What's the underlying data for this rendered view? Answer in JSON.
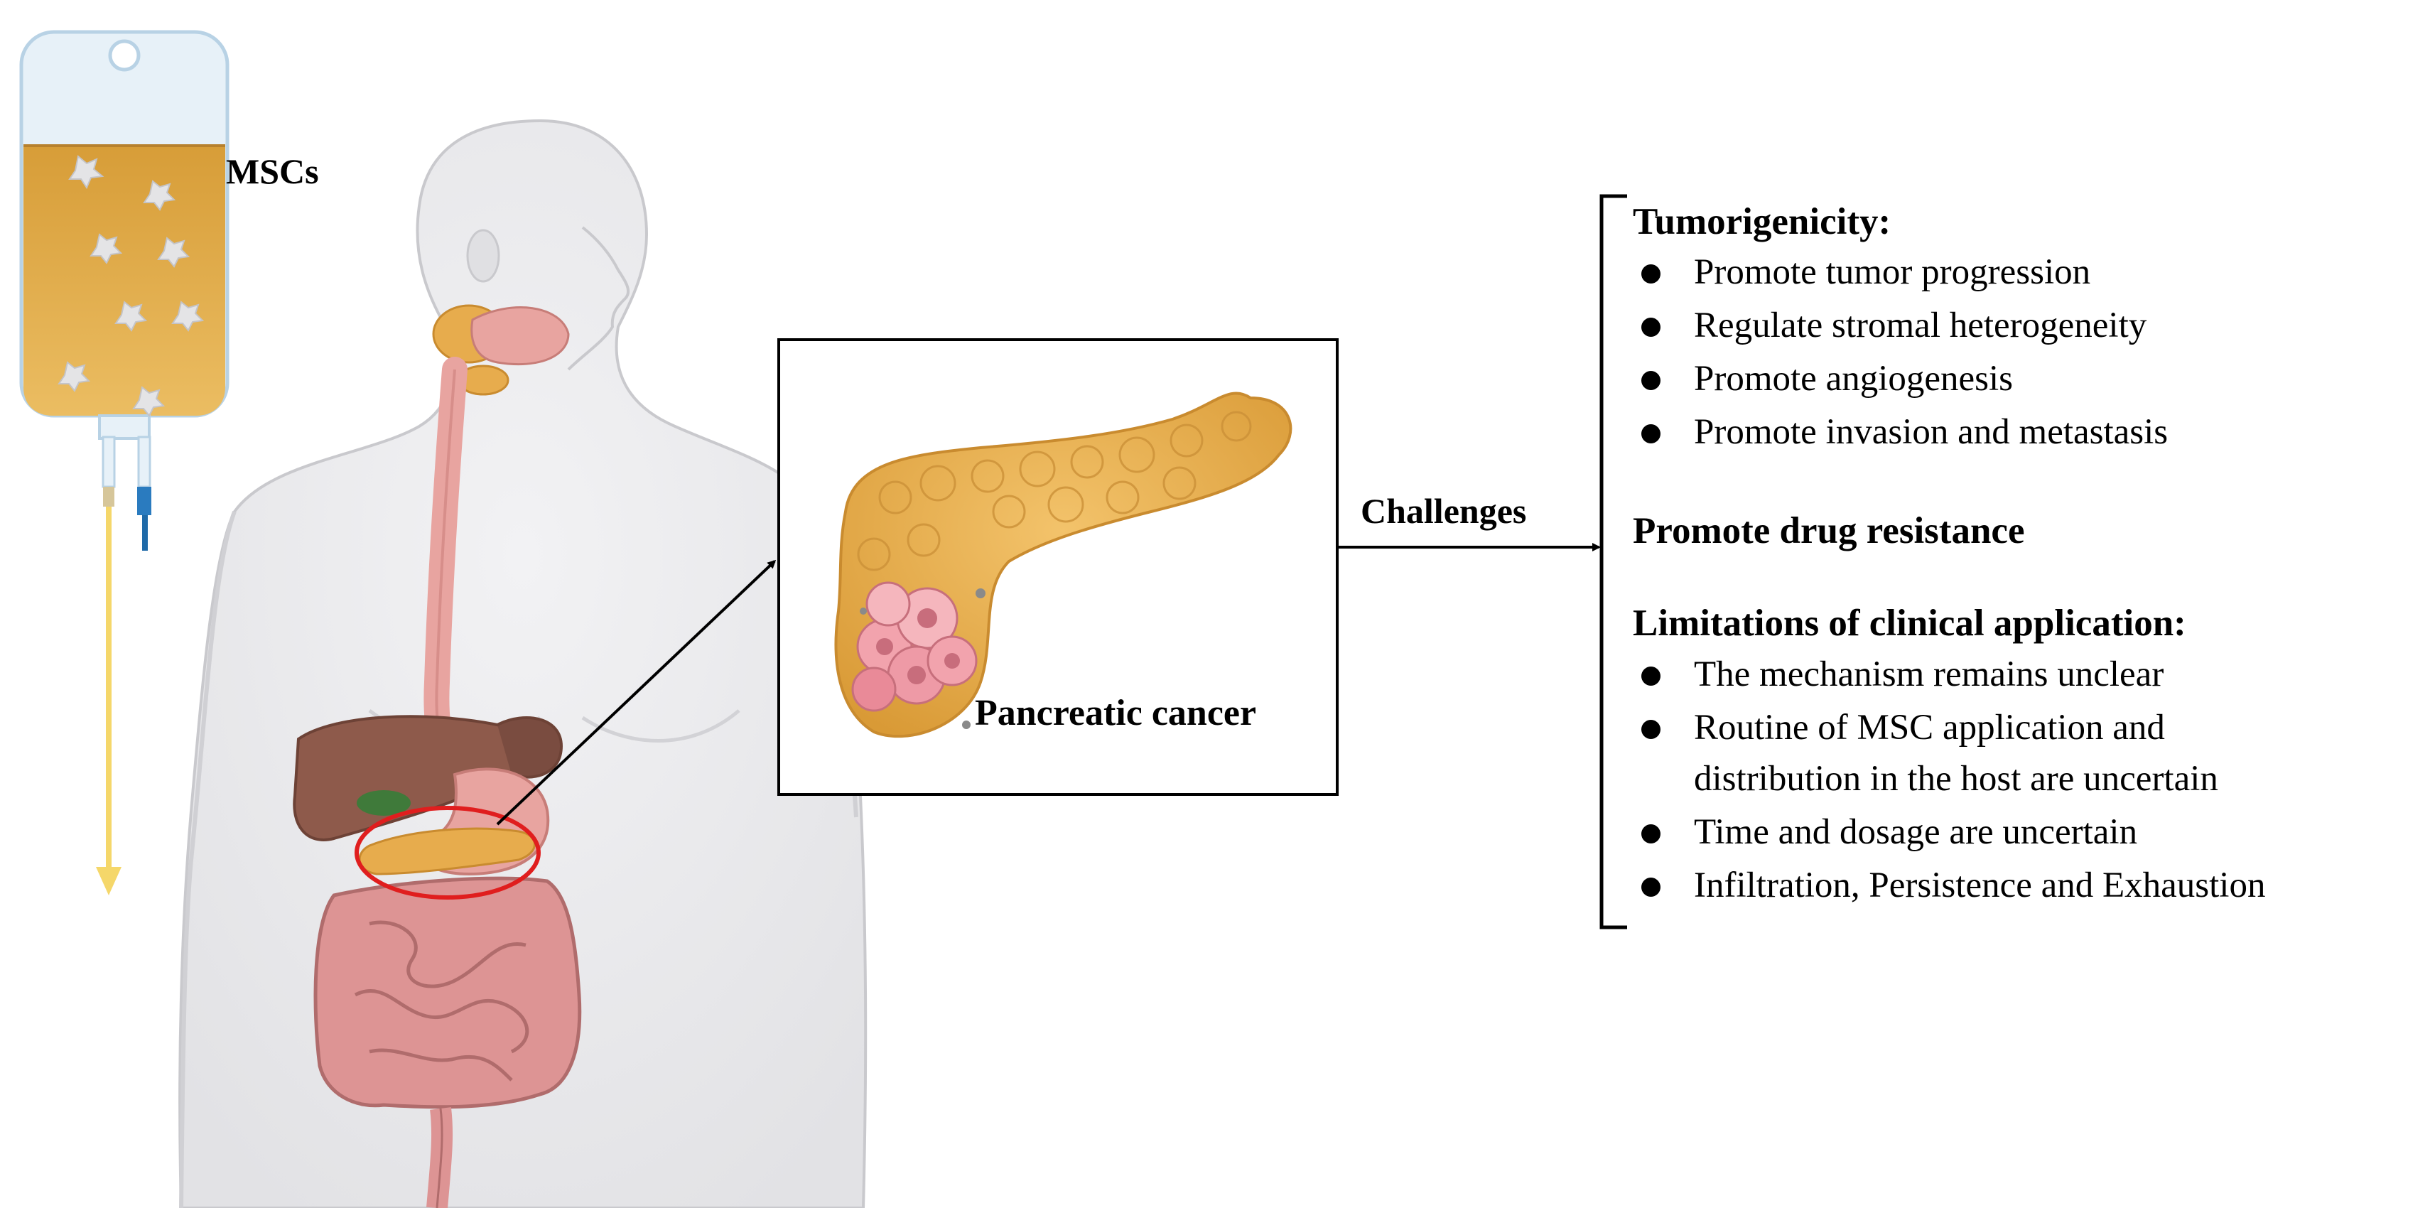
{
  "labels": {
    "mscs": "MSCs",
    "challenges": "Challenges",
    "pancreatic_cancer": "Pancreatic cancer"
  },
  "panel": {
    "tumorigenicity_heading": "Tumorigenicity:",
    "tumorigenicity_items": [
      "Promote tumor progression",
      "Regulate stromal heterogeneity",
      "Promote angiogenesis",
      "Promote invasion and metastasis"
    ],
    "drug_resistance_heading": "Promote drug resistance",
    "limitations_heading": "Limitations of clinical application:",
    "limitations_items": [
      "The mechanism remains unclear",
      "Routine of MSC application and",
      "distribution in the host are uncertain",
      "Time and dosage are uncertain",
      "Infiltration, Persistence and Exhaustion"
    ]
  },
  "colors": {
    "body_skin": "#e9e9eb",
    "body_outline": "#c9c9cd",
    "iv_fluid": "#e2ad48",
    "pancreas": "#e7ac4d",
    "tumor": "#f2a3ad",
    "highlight_ring": "#e01e1e",
    "intestine": "#d98b8b",
    "liver": "#8e5a4b",
    "esophagus": "#e8a4a0"
  }
}
